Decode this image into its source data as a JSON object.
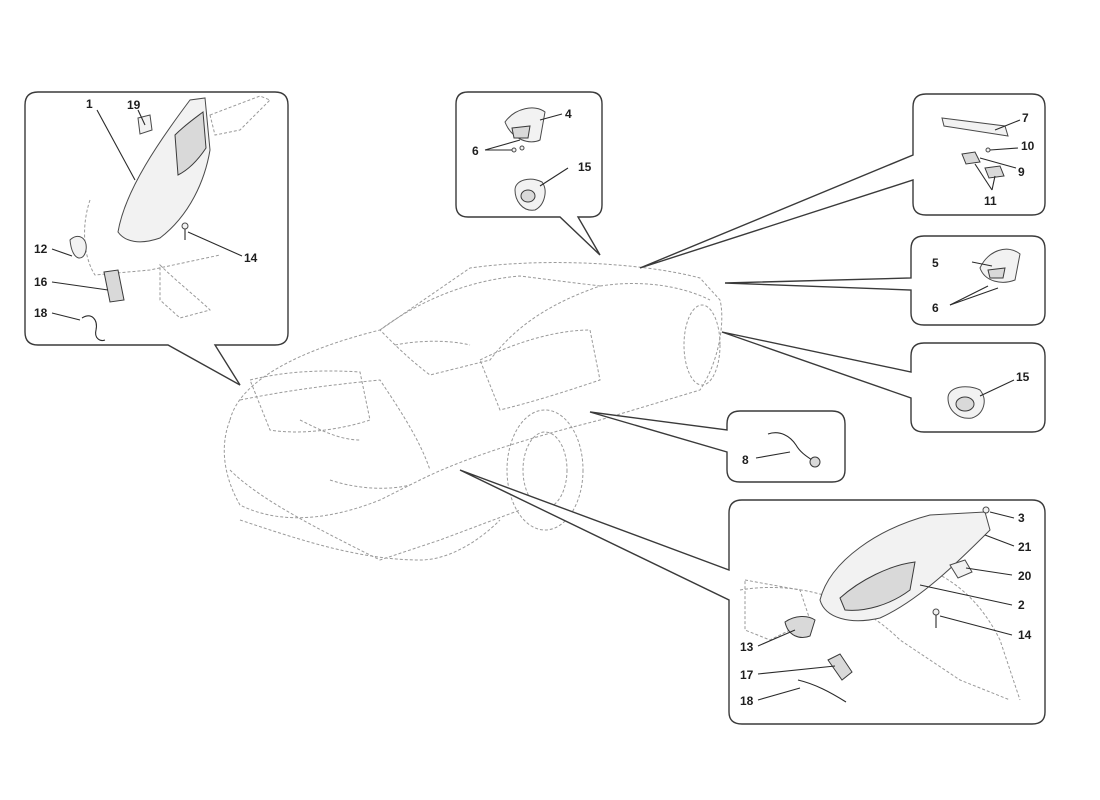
{
  "boxes": {
    "front_headlight_left": {
      "parts": [
        {
          "ref": "1"
        },
        {
          "ref": "19"
        },
        {
          "ref": "12"
        },
        {
          "ref": "14"
        },
        {
          "ref": "16"
        },
        {
          "ref": "18"
        }
      ]
    },
    "side_marker": {
      "parts": [
        {
          "ref": "4"
        },
        {
          "ref": "6"
        },
        {
          "ref": "15"
        }
      ]
    },
    "third_brake_light": {
      "parts": [
        {
          "ref": "7"
        },
        {
          "ref": "10"
        },
        {
          "ref": "9"
        },
        {
          "ref": "11"
        }
      ]
    },
    "rear_side_marker": {
      "parts": [
        {
          "ref": "5"
        },
        {
          "ref": "6"
        }
      ]
    },
    "grommet": {
      "parts": [
        {
          "ref": "15"
        }
      ]
    },
    "sensor": {
      "parts": [
        {
          "ref": "8"
        }
      ]
    },
    "front_headlight_right": {
      "parts": [
        {
          "ref": "3"
        },
        {
          "ref": "21"
        },
        {
          "ref": "20"
        },
        {
          "ref": "2"
        },
        {
          "ref": "13"
        },
        {
          "ref": "14"
        },
        {
          "ref": "17"
        },
        {
          "ref": "18"
        }
      ]
    }
  },
  "colors": {
    "line": "#3a3a3a",
    "ghost": "#9a9a9a",
    "background": "#ffffff"
  }
}
